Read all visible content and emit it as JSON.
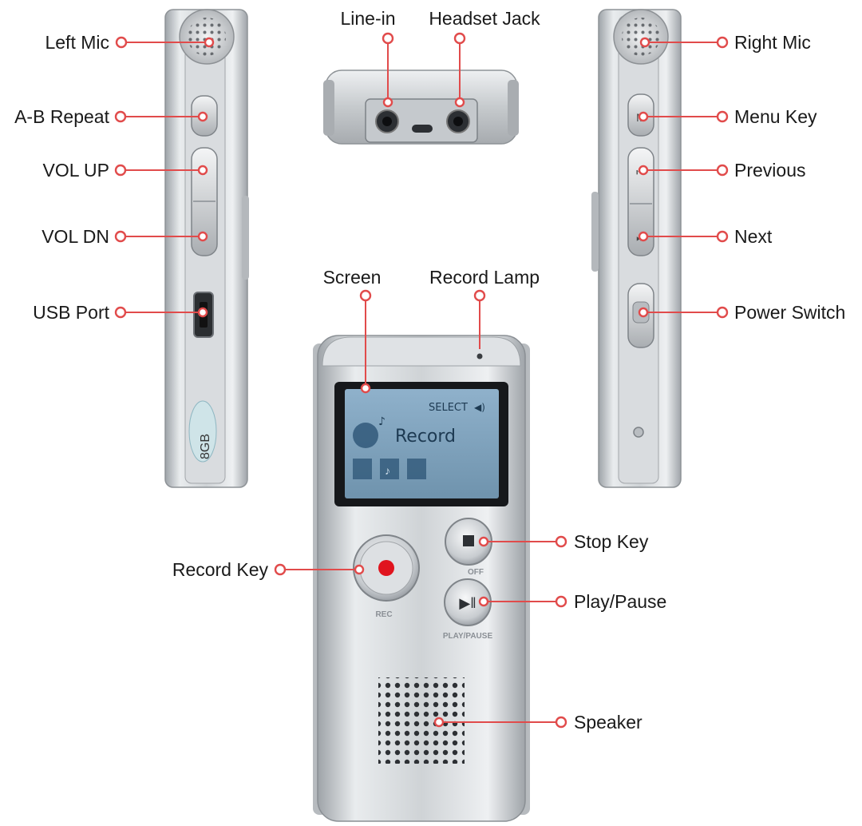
{
  "labels": {
    "left_mic": "Left Mic",
    "ab_repeat": "A-B Repeat",
    "vol_up": "VOL UP",
    "vol_dn": "VOL DN",
    "usb_port": "USB Port",
    "line_in": "Line-in",
    "headset_jack": "Headset Jack",
    "right_mic": "Right Mic",
    "menu_key": "Menu Key",
    "previous": "Previous",
    "next": "Next",
    "power_switch": "Power Switch",
    "screen": "Screen",
    "record_lamp": "Record Lamp",
    "stop_key": "Stop Key",
    "record_key": "Record Key",
    "play_pause": "Play/Pause",
    "speaker": "Speaker"
  },
  "device": {
    "capacity_badge": "8GB",
    "lcd_select": "SELECT",
    "lcd_mode": "Record",
    "rec_caption": "REC",
    "play_caption": "PLAY/PAUSE",
    "stop_caption": "OFF"
  },
  "colors": {
    "callout": "#e14b4b",
    "body_silver": "#c9cdd1",
    "lcd_bg": "#7fa3bf",
    "record_red": "#e0141e"
  }
}
